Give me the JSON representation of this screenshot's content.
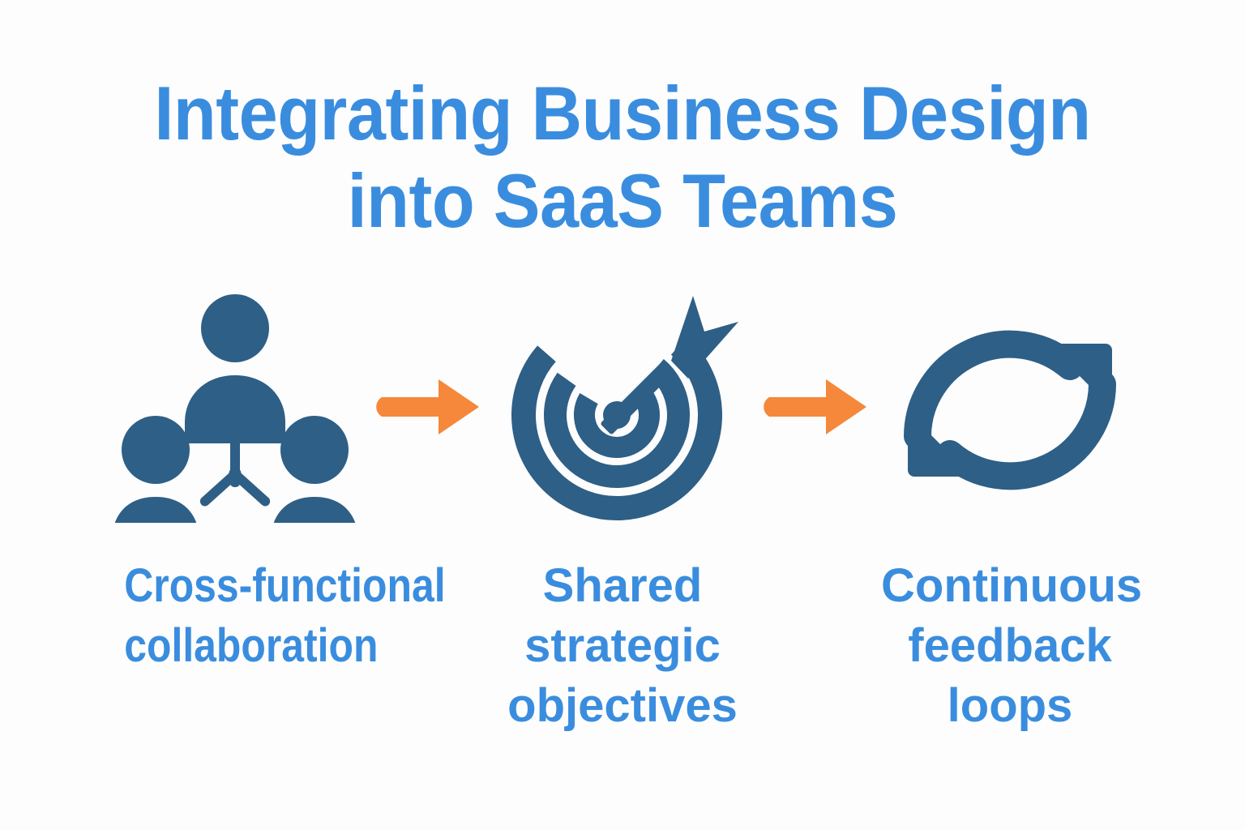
{
  "meta": {
    "background_color": "#fdfdfd",
    "accent_blue": "#3a8dde",
    "icon_blue": "#2e5f86",
    "arrow_orange": "#f5883a"
  },
  "title": {
    "line1": "Integrating Business Design",
    "line2": "into SaaS Teams"
  },
  "flow": {
    "steps": [
      {
        "icon": "people-network-icon",
        "caption_lines": [
          "Cross-functional",
          "collaboration"
        ],
        "caption_full": "Cross-functional collaboration"
      },
      {
        "icon": "target-arrow-icon",
        "caption_lines": [
          "Shared",
          "strategic",
          "objectives"
        ],
        "caption_full": "Shared strategic objectives"
      },
      {
        "icon": "refresh-loop-icon",
        "caption_lines": [
          "Continuous",
          "feedback",
          "loops"
        ],
        "caption_full": "Continuous feedback loops"
      }
    ],
    "connectors": [
      {
        "icon": "arrow-right-icon"
      },
      {
        "icon": "arrow-right-icon"
      }
    ]
  }
}
